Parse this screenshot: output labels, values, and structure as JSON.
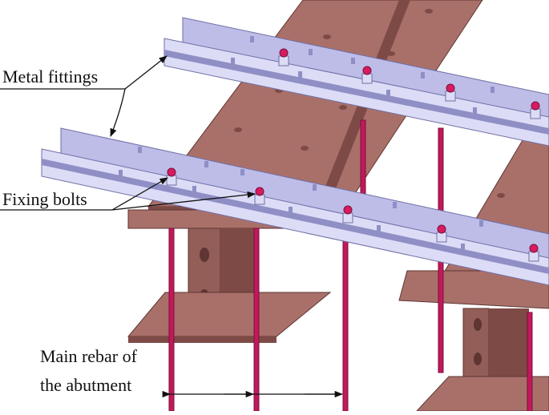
{
  "labels": {
    "metal_fittings": "Metal fittings",
    "fixing_bolts": "Fixing bolts",
    "main_rebar_line1": "Main rebar of",
    "main_rebar_line2": "the abutment"
  },
  "colors": {
    "background": "#ffffff",
    "girder_top": "#a9706a",
    "girder_side": "#7e4a46",
    "girder_web": "#935d58",
    "girder_edge": "#5e3532",
    "fitting_face": "#bdbde8",
    "fitting_dark": "#8f8fc6",
    "fitting_light": "#dcdcf6",
    "fitting_edge": "#6f6fa6",
    "rebar": "#c2185b",
    "rebar_dark": "#7a0f3a",
    "bolt": "#d81b60",
    "leader": "#111111"
  },
  "icons": {
    "bolt": "hex-bolt",
    "leader": "arrow"
  }
}
